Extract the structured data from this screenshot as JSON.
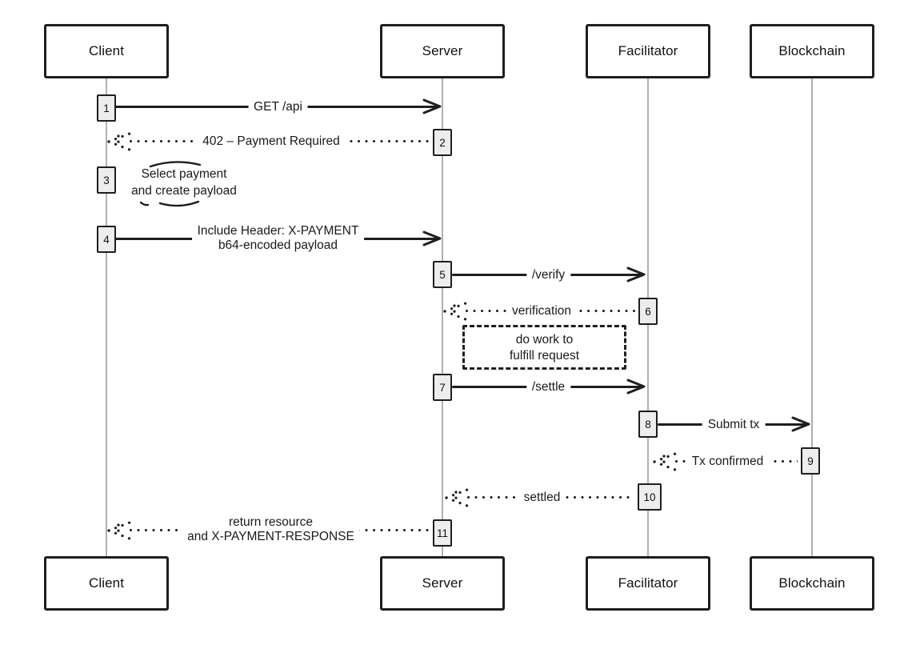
{
  "diagram": {
    "type": "sequence-diagram",
    "colors": {
      "stroke": "#1e1e1e",
      "lifeline": "#b0b0b0",
      "step_fill": "#ededed",
      "background": "#ffffff"
    },
    "participants": [
      {
        "id": "client",
        "label": "Client"
      },
      {
        "id": "server",
        "label": "Server"
      },
      {
        "id": "facilitator",
        "label": "Facilitator"
      },
      {
        "id": "blockchain",
        "label": "Blockchain"
      }
    ],
    "steps": {
      "1": {
        "num": "1",
        "type": "request",
        "from": "Client",
        "to": "Server",
        "label": "GET /api"
      },
      "2": {
        "num": "2",
        "type": "response",
        "from": "Server",
        "to": "Client",
        "label": "402 – Payment Required"
      },
      "3": {
        "num": "3",
        "type": "note",
        "at": "Client",
        "line1": "Select payment",
        "line2": "and create payload"
      },
      "4": {
        "num": "4",
        "type": "request",
        "from": "Client",
        "to": "Server",
        "line1": "Include Header: X-PAYMENT",
        "line2": "b64-encoded payload"
      },
      "5": {
        "num": "5",
        "type": "request",
        "from": "Server",
        "to": "Facilitator",
        "label": "/verify"
      },
      "6": {
        "num": "6",
        "type": "response",
        "from": "Facilitator",
        "to": "Server",
        "label": "verification"
      },
      "work": {
        "type": "activity",
        "at": "Server–Facilitator",
        "line1": "do work to",
        "line2": "fulfill request"
      },
      "7": {
        "num": "7",
        "type": "request",
        "from": "Server",
        "to": "Facilitator",
        "label": "/settle"
      },
      "8": {
        "num": "8",
        "type": "request",
        "from": "Facilitator",
        "to": "Blockchain",
        "label": "Submit tx"
      },
      "9": {
        "num": "9",
        "type": "response",
        "from": "Blockchain",
        "to": "Facilitator",
        "label": "Tx confirmed"
      },
      "10": {
        "num": "10",
        "type": "response",
        "from": "Facilitator",
        "to": "Server",
        "label": "settled"
      },
      "11": {
        "num": "11",
        "type": "response",
        "from": "Server",
        "to": "Client",
        "line1": "return resource",
        "line2": "and X-PAYMENT-RESPONSE"
      }
    }
  }
}
